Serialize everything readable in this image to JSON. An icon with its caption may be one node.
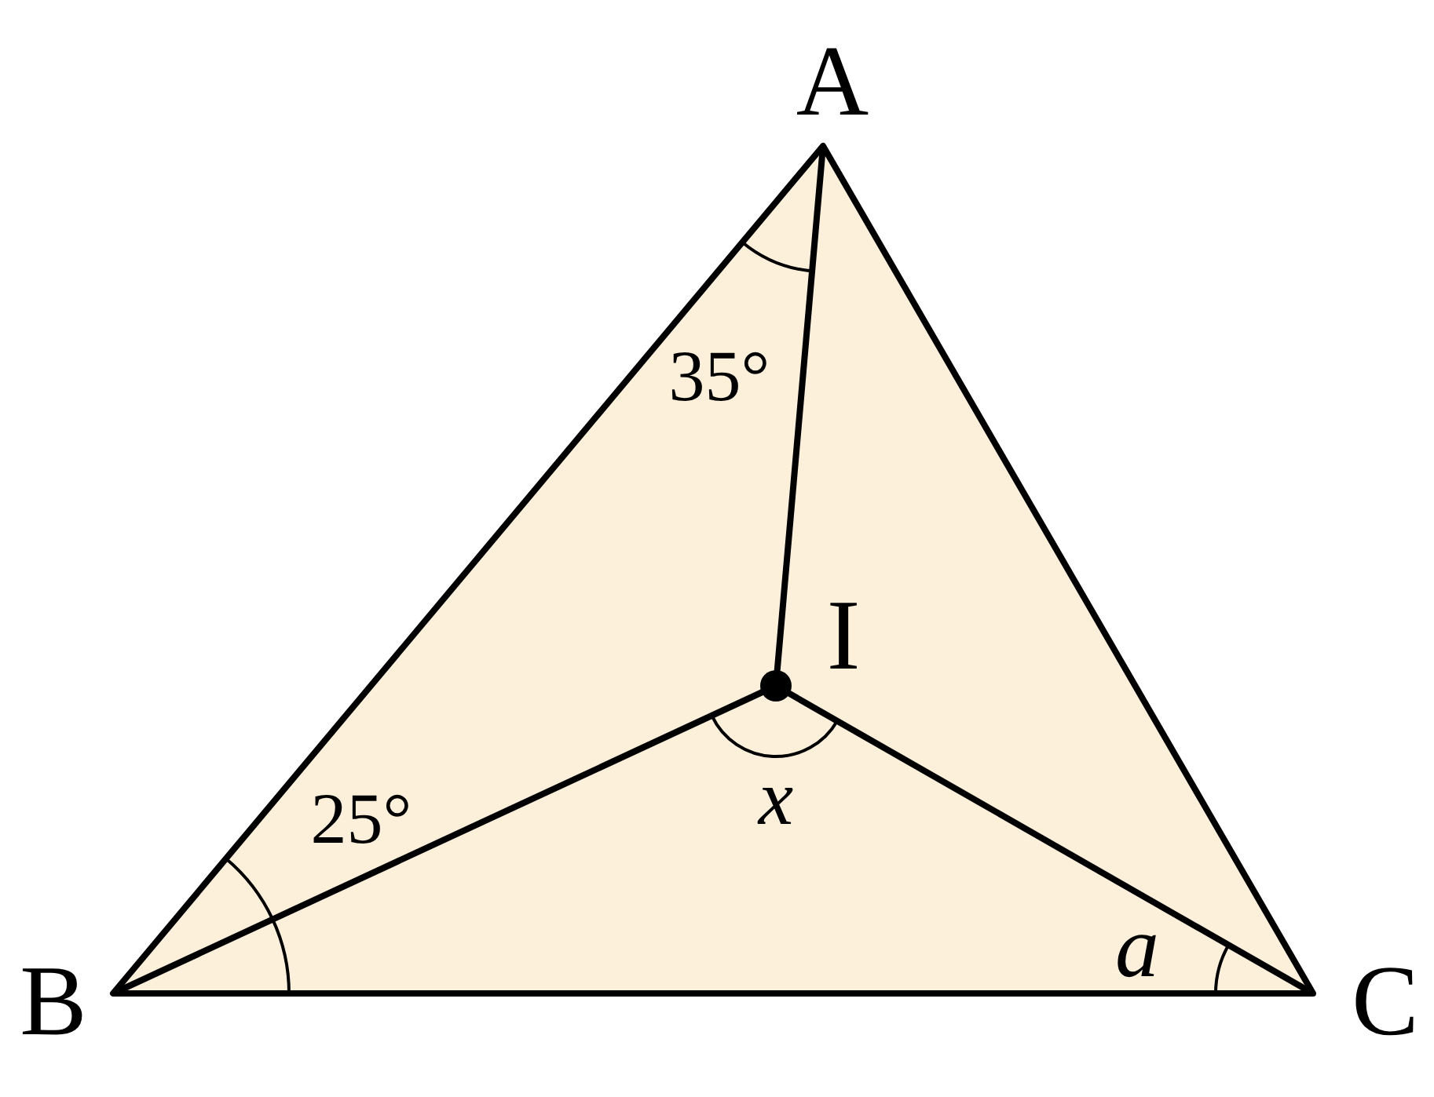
{
  "diagram": {
    "labels": [
      "A",
      "B",
      "C",
      "I",
      "35°",
      "25°",
      "x",
      "a"
    ]
  }
}
